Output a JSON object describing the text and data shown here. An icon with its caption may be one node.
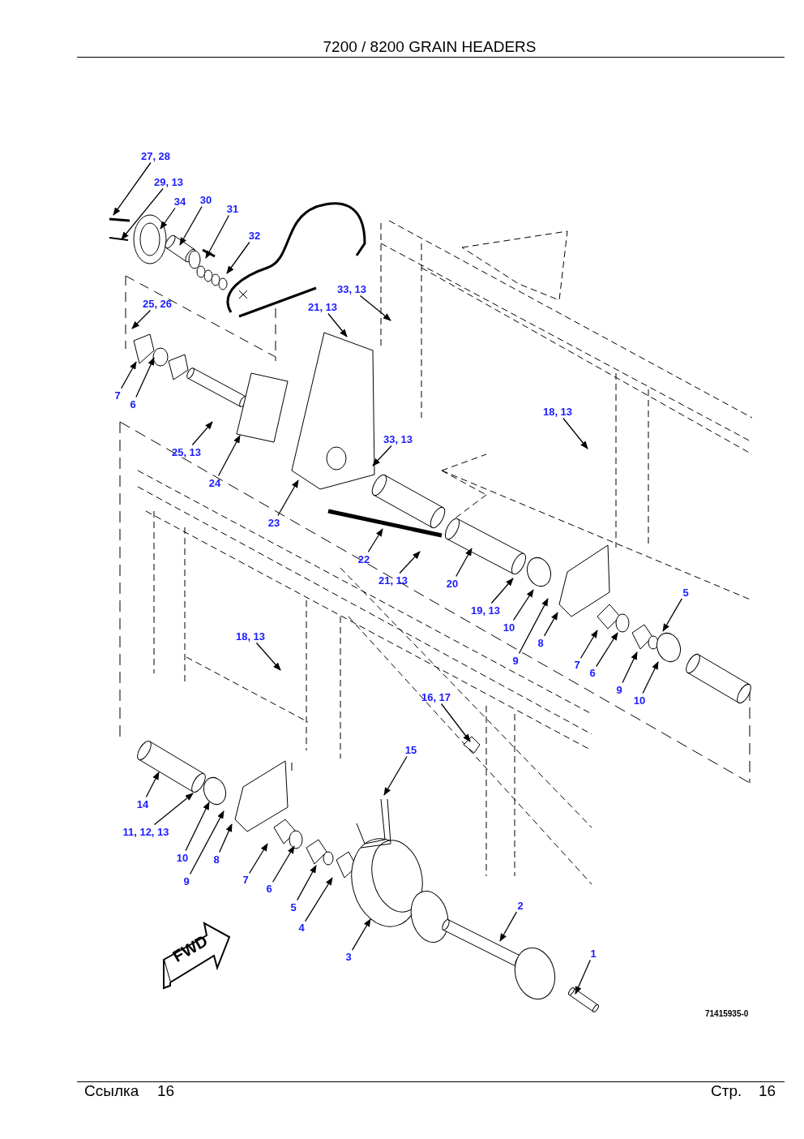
{
  "diagram": {
    "title": "7200 / 8200 GRAIN HEADERS",
    "nodes": [
      {
        "text": [
          "27, 28"
        ]
      },
      {
        "text": [
          "29, 13"
        ]
      },
      {
        "text": [
          "34"
        ]
      },
      {
        "text": [
          "30"
        ]
      },
      {
        "text": [
          "31"
        ]
      },
      {
        "text": [
          "32"
        ]
      },
      {
        "text": [
          "25, 26"
        ]
      },
      {
        "text": [
          "33, 13"
        ]
      },
      {
        "text": [
          "21, 13"
        ]
      },
      {
        "text": [
          "7"
        ]
      },
      {
        "text": [
          "6"
        ]
      },
      {
        "text": [
          "25, 13"
        ]
      },
      {
        "text": [
          "24"
        ]
      },
      {
        "text": [
          "18, 13"
        ]
      },
      {
        "text": [
          "33, 13"
        ]
      },
      {
        "text": [
          "23"
        ]
      },
      {
        "text": [
          "22"
        ]
      },
      {
        "text": [
          "21, 13"
        ]
      },
      {
        "text": [
          "20"
        ]
      },
      {
        "text": [
          "19, 13"
        ]
      },
      {
        "text": [
          "5"
        ]
      },
      {
        "text": [
          "10"
        ]
      },
      {
        "text": [
          "9"
        ]
      },
      {
        "text": [
          "8"
        ]
      },
      {
        "text": [
          "7"
        ]
      },
      {
        "text": [
          "6"
        ]
      },
      {
        "text": [
          "9"
        ]
      },
      {
        "text": [
          "10"
        ]
      },
      {
        "text": [
          "18, 13"
        ]
      },
      {
        "text": [
          "16, 17"
        ]
      },
      {
        "text": [
          "15"
        ]
      },
      {
        "text": [
          "14"
        ]
      },
      {
        "text": [
          "11, 12, 13"
        ]
      },
      {
        "text": [
          "10"
        ]
      },
      {
        "text": [
          "8"
        ]
      },
      {
        "text": [
          "9"
        ]
      },
      {
        "text": [
          "7"
        ]
      },
      {
        "text": [
          "6"
        ]
      },
      {
        "text": [
          "5"
        ]
      },
      {
        "text": [
          "4"
        ]
      },
      {
        "text": [
          "3"
        ]
      },
      {
        "text": [
          "2"
        ]
      },
      {
        "text": [
          "1"
        ]
      }
    ],
    "edges": [
      {
        "from": 0,
        "to": null,
        "arrow": "to"
      },
      {
        "from": 1,
        "to": null,
        "arrow": "to"
      },
      {
        "from": 2,
        "to": null,
        "arrow": "to"
      },
      {
        "from": 3,
        "to": null,
        "arrow": "to"
      },
      {
        "from": 4,
        "to": null,
        "arrow": "to"
      },
      {
        "from": 5,
        "to": null,
        "arrow": "to"
      },
      {
        "from": 6,
        "to": null,
        "arrow": "to"
      },
      {
        "from": 7,
        "to": null,
        "arrow": "to"
      },
      {
        "from": 8,
        "to": null,
        "arrow": "to"
      },
      {
        "from": 9,
        "to": null,
        "arrow": "to"
      },
      {
        "from": 10,
        "to": null,
        "arrow": "to"
      },
      {
        "from": 11,
        "to": null,
        "arrow": "to"
      },
      {
        "from": 12,
        "to": null,
        "arrow": "to"
      },
      {
        "from": 13,
        "to": null,
        "arrow": "to"
      },
      {
        "from": 14,
        "to": null,
        "arrow": "to"
      },
      {
        "from": 15,
        "to": null,
        "arrow": "to"
      },
      {
        "from": 16,
        "to": null,
        "arrow": "to"
      },
      {
        "from": 17,
        "to": null,
        "arrow": "to"
      },
      {
        "from": 18,
        "to": null,
        "arrow": "to"
      },
      {
        "from": 19,
        "to": null,
        "arrow": "to"
      },
      {
        "from": 20,
        "to": null,
        "arrow": "to"
      },
      {
        "from": 21,
        "to": null,
        "arrow": "to"
      },
      {
        "from": 22,
        "to": null,
        "arrow": "to"
      },
      {
        "from": 23,
        "to": null,
        "arrow": "to"
      },
      {
        "from": 24,
        "to": null,
        "arrow": "to"
      },
      {
        "from": 25,
        "to": null,
        "arrow": "to"
      },
      {
        "from": 26,
        "to": null,
        "arrow": "to"
      },
      {
        "from": 27,
        "to": null,
        "arrow": "to"
      },
      {
        "from": 28,
        "to": null,
        "arrow": "to"
      },
      {
        "from": 29,
        "to": null,
        "arrow": "to"
      },
      {
        "from": 30,
        "to": null,
        "arrow": "to"
      },
      {
        "from": 31,
        "to": null,
        "arrow": "to"
      },
      {
        "from": 32,
        "to": null,
        "arrow": "to"
      },
      {
        "from": 33,
        "to": null,
        "arrow": "to"
      },
      {
        "from": 34,
        "to": null,
        "arrow": "to"
      },
      {
        "from": 35,
        "to": null,
        "arrow": "to"
      },
      {
        "from": 36,
        "to": null,
        "arrow": "to"
      },
      {
        "from": 37,
        "to": null,
        "arrow": "to"
      },
      {
        "from": 38,
        "to": null,
        "arrow": "to"
      },
      {
        "from": 39,
        "to": null,
        "arrow": "to"
      },
      {
        "from": 40,
        "to": null,
        "arrow": "to"
      },
      {
        "from": 41,
        "to": null,
        "arrow": "to"
      },
      {
        "from": 42,
        "to": null,
        "arrow": "to"
      }
    ],
    "labels": [
      "FWD",
      "71415935-0",
      "Ссылка",
      "16",
      "Стр.",
      "16"
    ]
  }
}
